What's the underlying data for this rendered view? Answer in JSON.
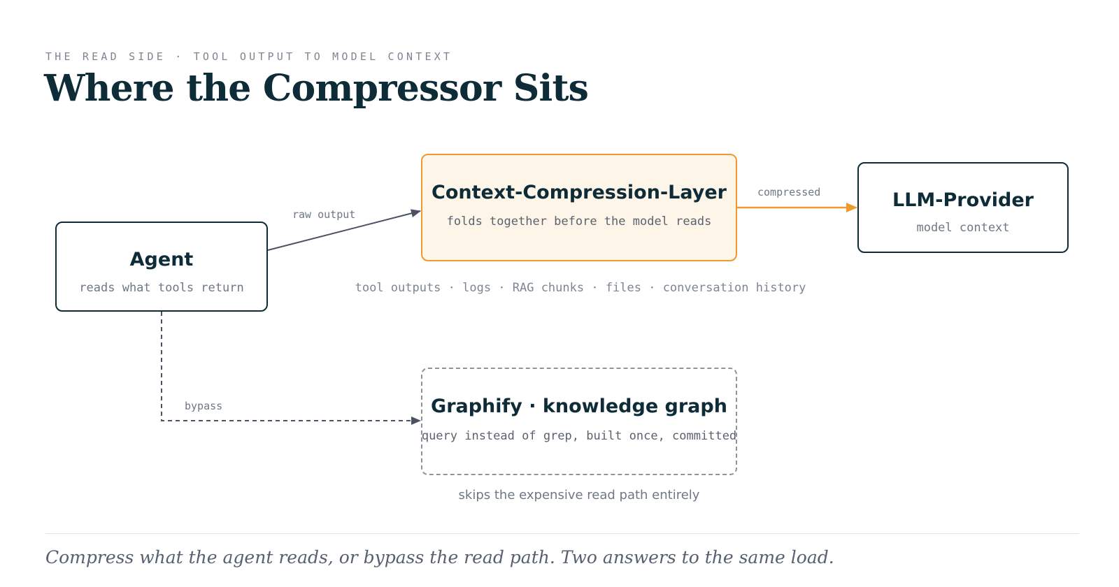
{
  "header": {
    "eyebrow": "THE READ SIDE · TOOL OUTPUT TO MODEL CONTEXT",
    "title": "Where the Compressor Sits"
  },
  "nodes": {
    "agent": {
      "name": "Agent",
      "sub": "reads what tools return"
    },
    "compression_layer": {
      "name": "Context-Compression-Layer",
      "sub": "folds together before the model reads"
    },
    "llm_provider": {
      "name": "LLM-Provider",
      "sub": "model context"
    },
    "graphify": {
      "name": "Graphify · knowledge graph",
      "sub": "query instead of grep, built once, committed"
    }
  },
  "edges": {
    "raw_output": "raw output",
    "compressed": "compressed",
    "bypass": "bypass"
  },
  "sources_line": "tool outputs · logs · RAG chunks · files · conversation history",
  "graph_note": "skips the expensive read path entirely",
  "caption": "Compress what the agent reads, or bypass the read path. Two answers to the same load.",
  "colors": {
    "ink": "#0d2c38",
    "accent": "#ee9a2e",
    "accent_fill": "#fef5e9",
    "muted": "#6f7785",
    "edge": "#4a5264"
  }
}
